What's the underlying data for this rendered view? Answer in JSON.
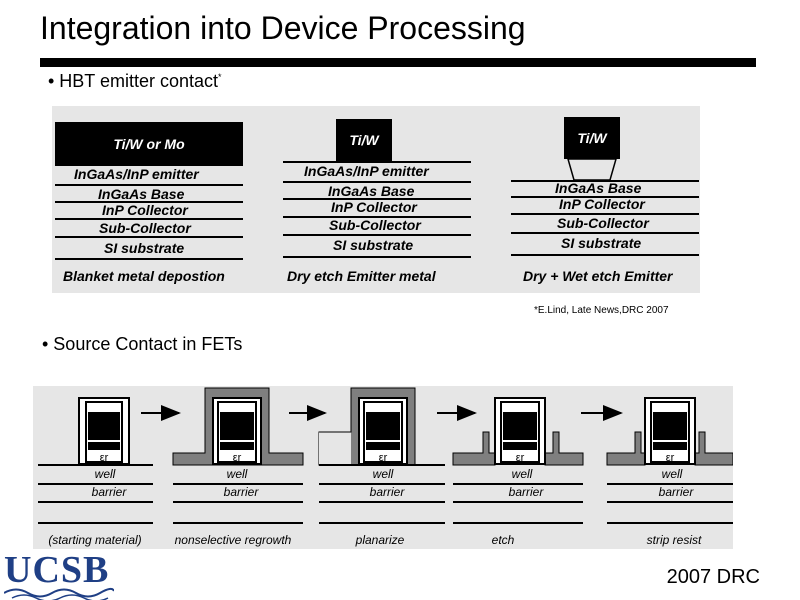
{
  "slide": {
    "title": "Integration into Device Processing",
    "footer": "2007 DRC",
    "logo": "UCSB"
  },
  "hbt": {
    "bullet": "• HBT emitter contact",
    "bullet_mark": "*",
    "reference": "*E.Lind, Late News,DRC  2007",
    "stacks": [
      {
        "metal": "Ti/W or Mo",
        "layers": [
          "InGaAs/InP emitter",
          "InGaAs Base",
          "InP Collector",
          "Sub-Collector",
          "SI substrate"
        ],
        "caption": "Blanket metal depostion"
      },
      {
        "metal": "Ti/W",
        "layers": [
          "InGaAs/InP emitter",
          "InGaAs Base",
          "InP Collector",
          "Sub-Collector",
          "SI substrate"
        ],
        "caption": "Dry etch Emitter metal"
      },
      {
        "metal": "Ti/W",
        "layers": [
          "InGaAs Base",
          "InP Collector",
          "Sub-Collector",
          "SI substrate"
        ],
        "caption": "Dry + Wet etch Emitter"
      }
    ]
  },
  "fet": {
    "bullet": "• Source Contact in FETs",
    "symbol": "εr",
    "well_label": "well",
    "barrier_label": "barrier",
    "steps": [
      "(starting material)",
      "nonselective regrowth",
      "planarize",
      "etch",
      "strip resist"
    ],
    "colors": {
      "regrowth": "#7f7f7f",
      "panel": "#e6e6e6"
    }
  }
}
